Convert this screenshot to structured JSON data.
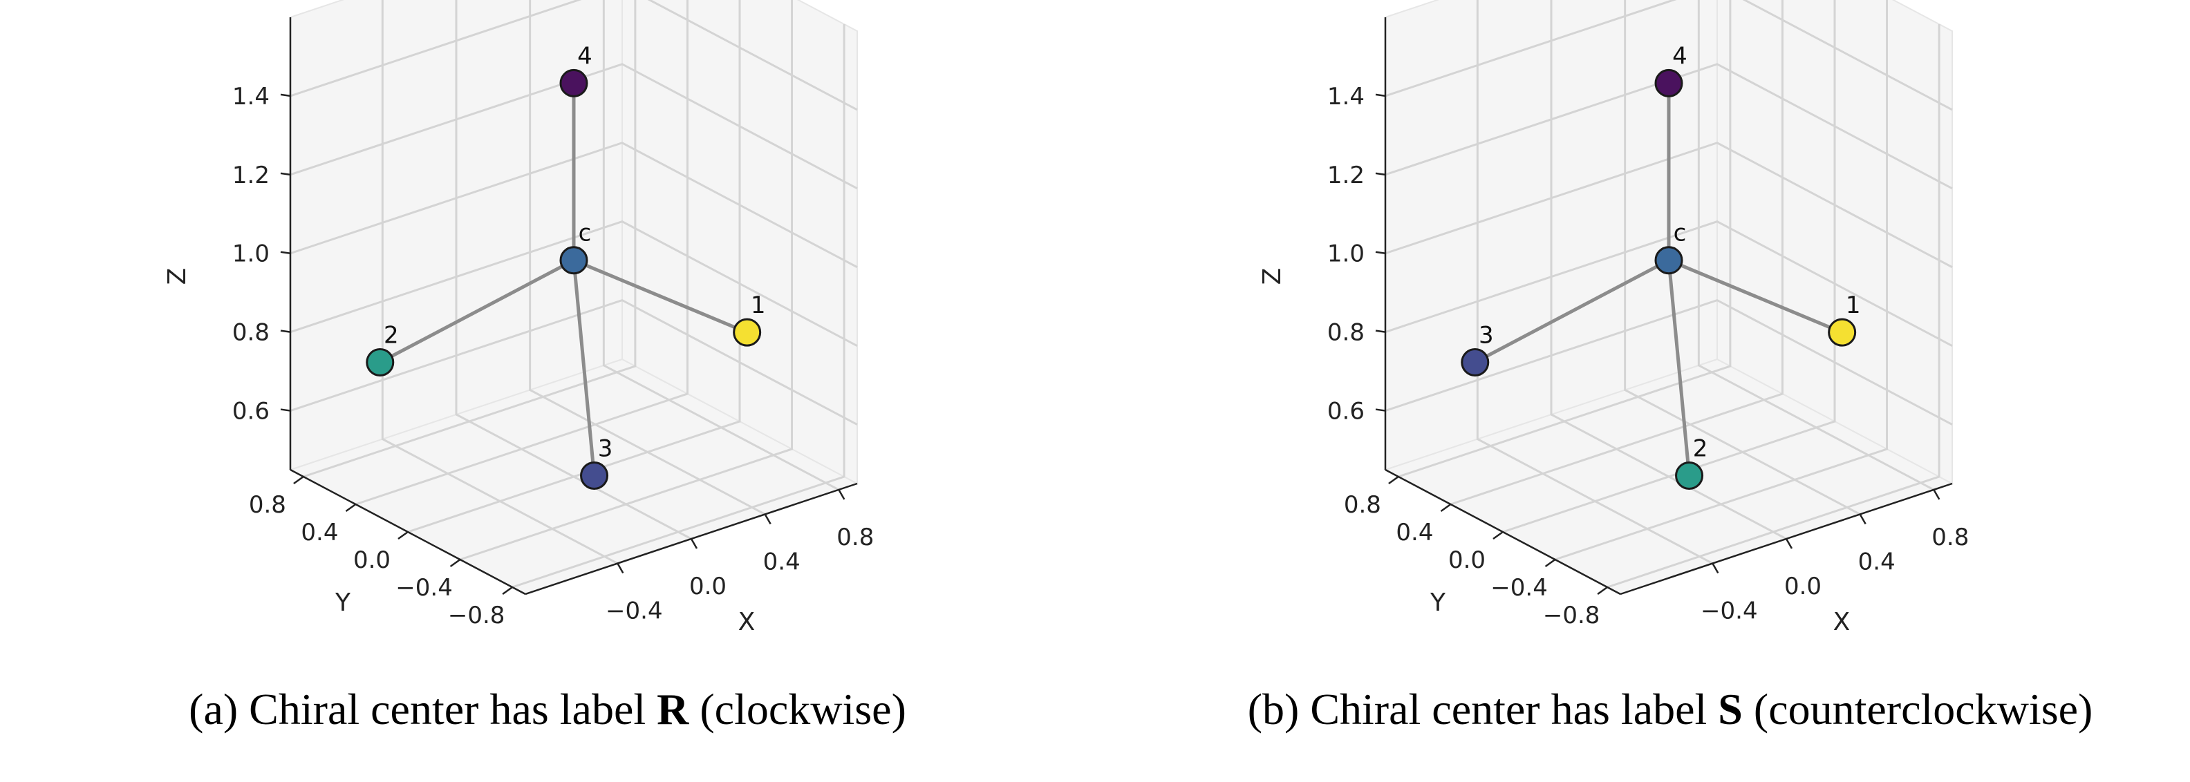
{
  "chart_data": [
    {
      "type": "scatter",
      "projection": "3d",
      "caption": {
        "prefix": "(a) Chiral center has label ",
        "label": "R",
        "suffix": " (clockwise)"
      },
      "xlabel": "X",
      "ylabel": "Y",
      "zlabel": "Z",
      "xticks": [
        "−0.4",
        "0.0",
        "0.4",
        "0.8"
      ],
      "yticks": [
        "0.8",
        "0.4",
        "0.0",
        "−0.4",
        "−0.8"
      ],
      "zticks": [
        "0.6",
        "0.8",
        "1.0",
        "1.2",
        "1.4"
      ],
      "grid": true,
      "points": [
        {
          "label": "c",
          "x": 0.0,
          "y": 0.0,
          "z": 1.0,
          "color": "#3b6a9c"
        },
        {
          "label": "1",
          "x": 0.94,
          "y": 0.0,
          "z": 0.67,
          "color": "#f5e031"
        },
        {
          "label": "2",
          "x": -0.47,
          "y": 0.82,
          "z": 0.67,
          "color": "#2a9c8a"
        },
        {
          "label": "3",
          "x": -0.47,
          "y": -0.82,
          "z": 0.67,
          "color": "#444d8f"
        },
        {
          "label": "4",
          "x": 0.0,
          "y": 0.0,
          "z": 1.45,
          "color": "#4a125e"
        }
      ],
      "bonds": [
        [
          "c",
          "1"
        ],
        [
          "c",
          "2"
        ],
        [
          "c",
          "3"
        ],
        [
          "c",
          "4"
        ]
      ]
    },
    {
      "type": "scatter",
      "projection": "3d",
      "caption": {
        "prefix": "(b) Chiral center has label ",
        "label": "S",
        "suffix": " (counterclockwise)"
      },
      "xlabel": "X",
      "ylabel": "Y",
      "zlabel": "Z",
      "xticks": [
        "−0.4",
        "0.0",
        "0.4",
        "0.8"
      ],
      "yticks": [
        "0.8",
        "0.4",
        "0.0",
        "−0.4",
        "−0.8"
      ],
      "zticks": [
        "0.6",
        "0.8",
        "1.0",
        "1.2",
        "1.4"
      ],
      "grid": true,
      "points": [
        {
          "label": "c",
          "x": 0.0,
          "y": 0.0,
          "z": 1.0,
          "color": "#3b6a9c"
        },
        {
          "label": "1",
          "x": 0.94,
          "y": 0.0,
          "z": 0.67,
          "color": "#f5e031"
        },
        {
          "label": "2",
          "x": -0.47,
          "y": -0.82,
          "z": 0.67,
          "color": "#2a9c8a"
        },
        {
          "label": "3",
          "x": -0.47,
          "y": 0.82,
          "z": 0.67,
          "color": "#444d8f"
        },
        {
          "label": "4",
          "x": 0.0,
          "y": 0.0,
          "z": 1.45,
          "color": "#4a125e"
        }
      ],
      "bonds": [
        [
          "c",
          "1"
        ],
        [
          "c",
          "2"
        ],
        [
          "c",
          "3"
        ],
        [
          "c",
          "4"
        ]
      ]
    }
  ],
  "colors": {
    "bond": "#8c8c8c",
    "grid": "#d4d4d4",
    "pane": "#f5f5f5",
    "marker_edge": "#1a1a1a"
  }
}
